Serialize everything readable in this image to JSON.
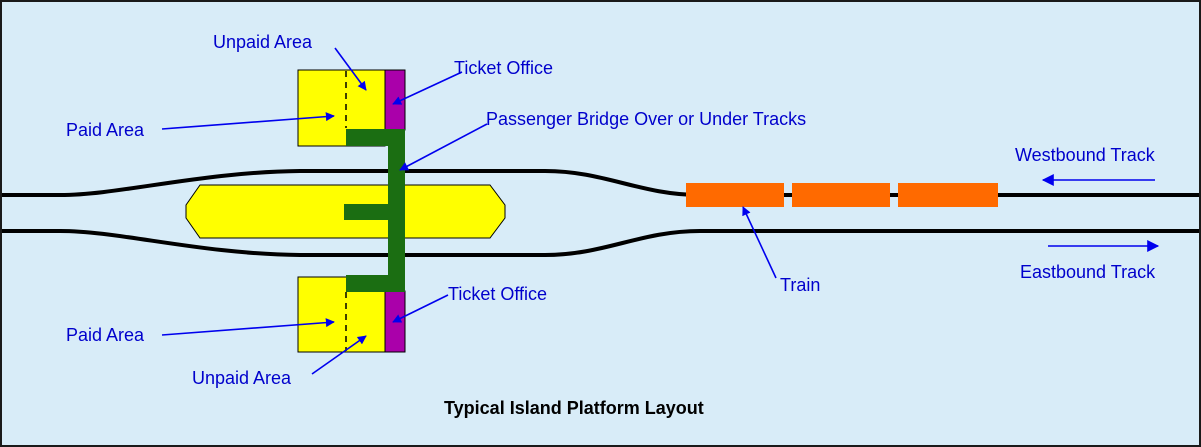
{
  "title": "Typical Island Platform Layout",
  "labels": {
    "unpaid_area_top": "Unpaid Area",
    "ticket_office_top": "Ticket Office",
    "paid_area_top": "Paid Area",
    "bridge": "Passenger Bridge Over or Under Tracks",
    "westbound": "Westbound Track",
    "eastbound": "Eastbound Track",
    "train": "Train",
    "ticket_office_bottom": "Ticket Office",
    "paid_area_bottom": "Paid Area",
    "unpaid_area_bottom": "Unpaid Area"
  },
  "colors": {
    "border": "#1a1a1a",
    "background": "#d8ecf8",
    "label_text": "#0000cc",
    "arrow": "#0000ee",
    "track": "#000000",
    "platform": "#ffff00",
    "ticket_office": "#aa00aa",
    "bridge": "#1b6e12",
    "train": "#ff6a00",
    "title_text": "#000000"
  }
}
